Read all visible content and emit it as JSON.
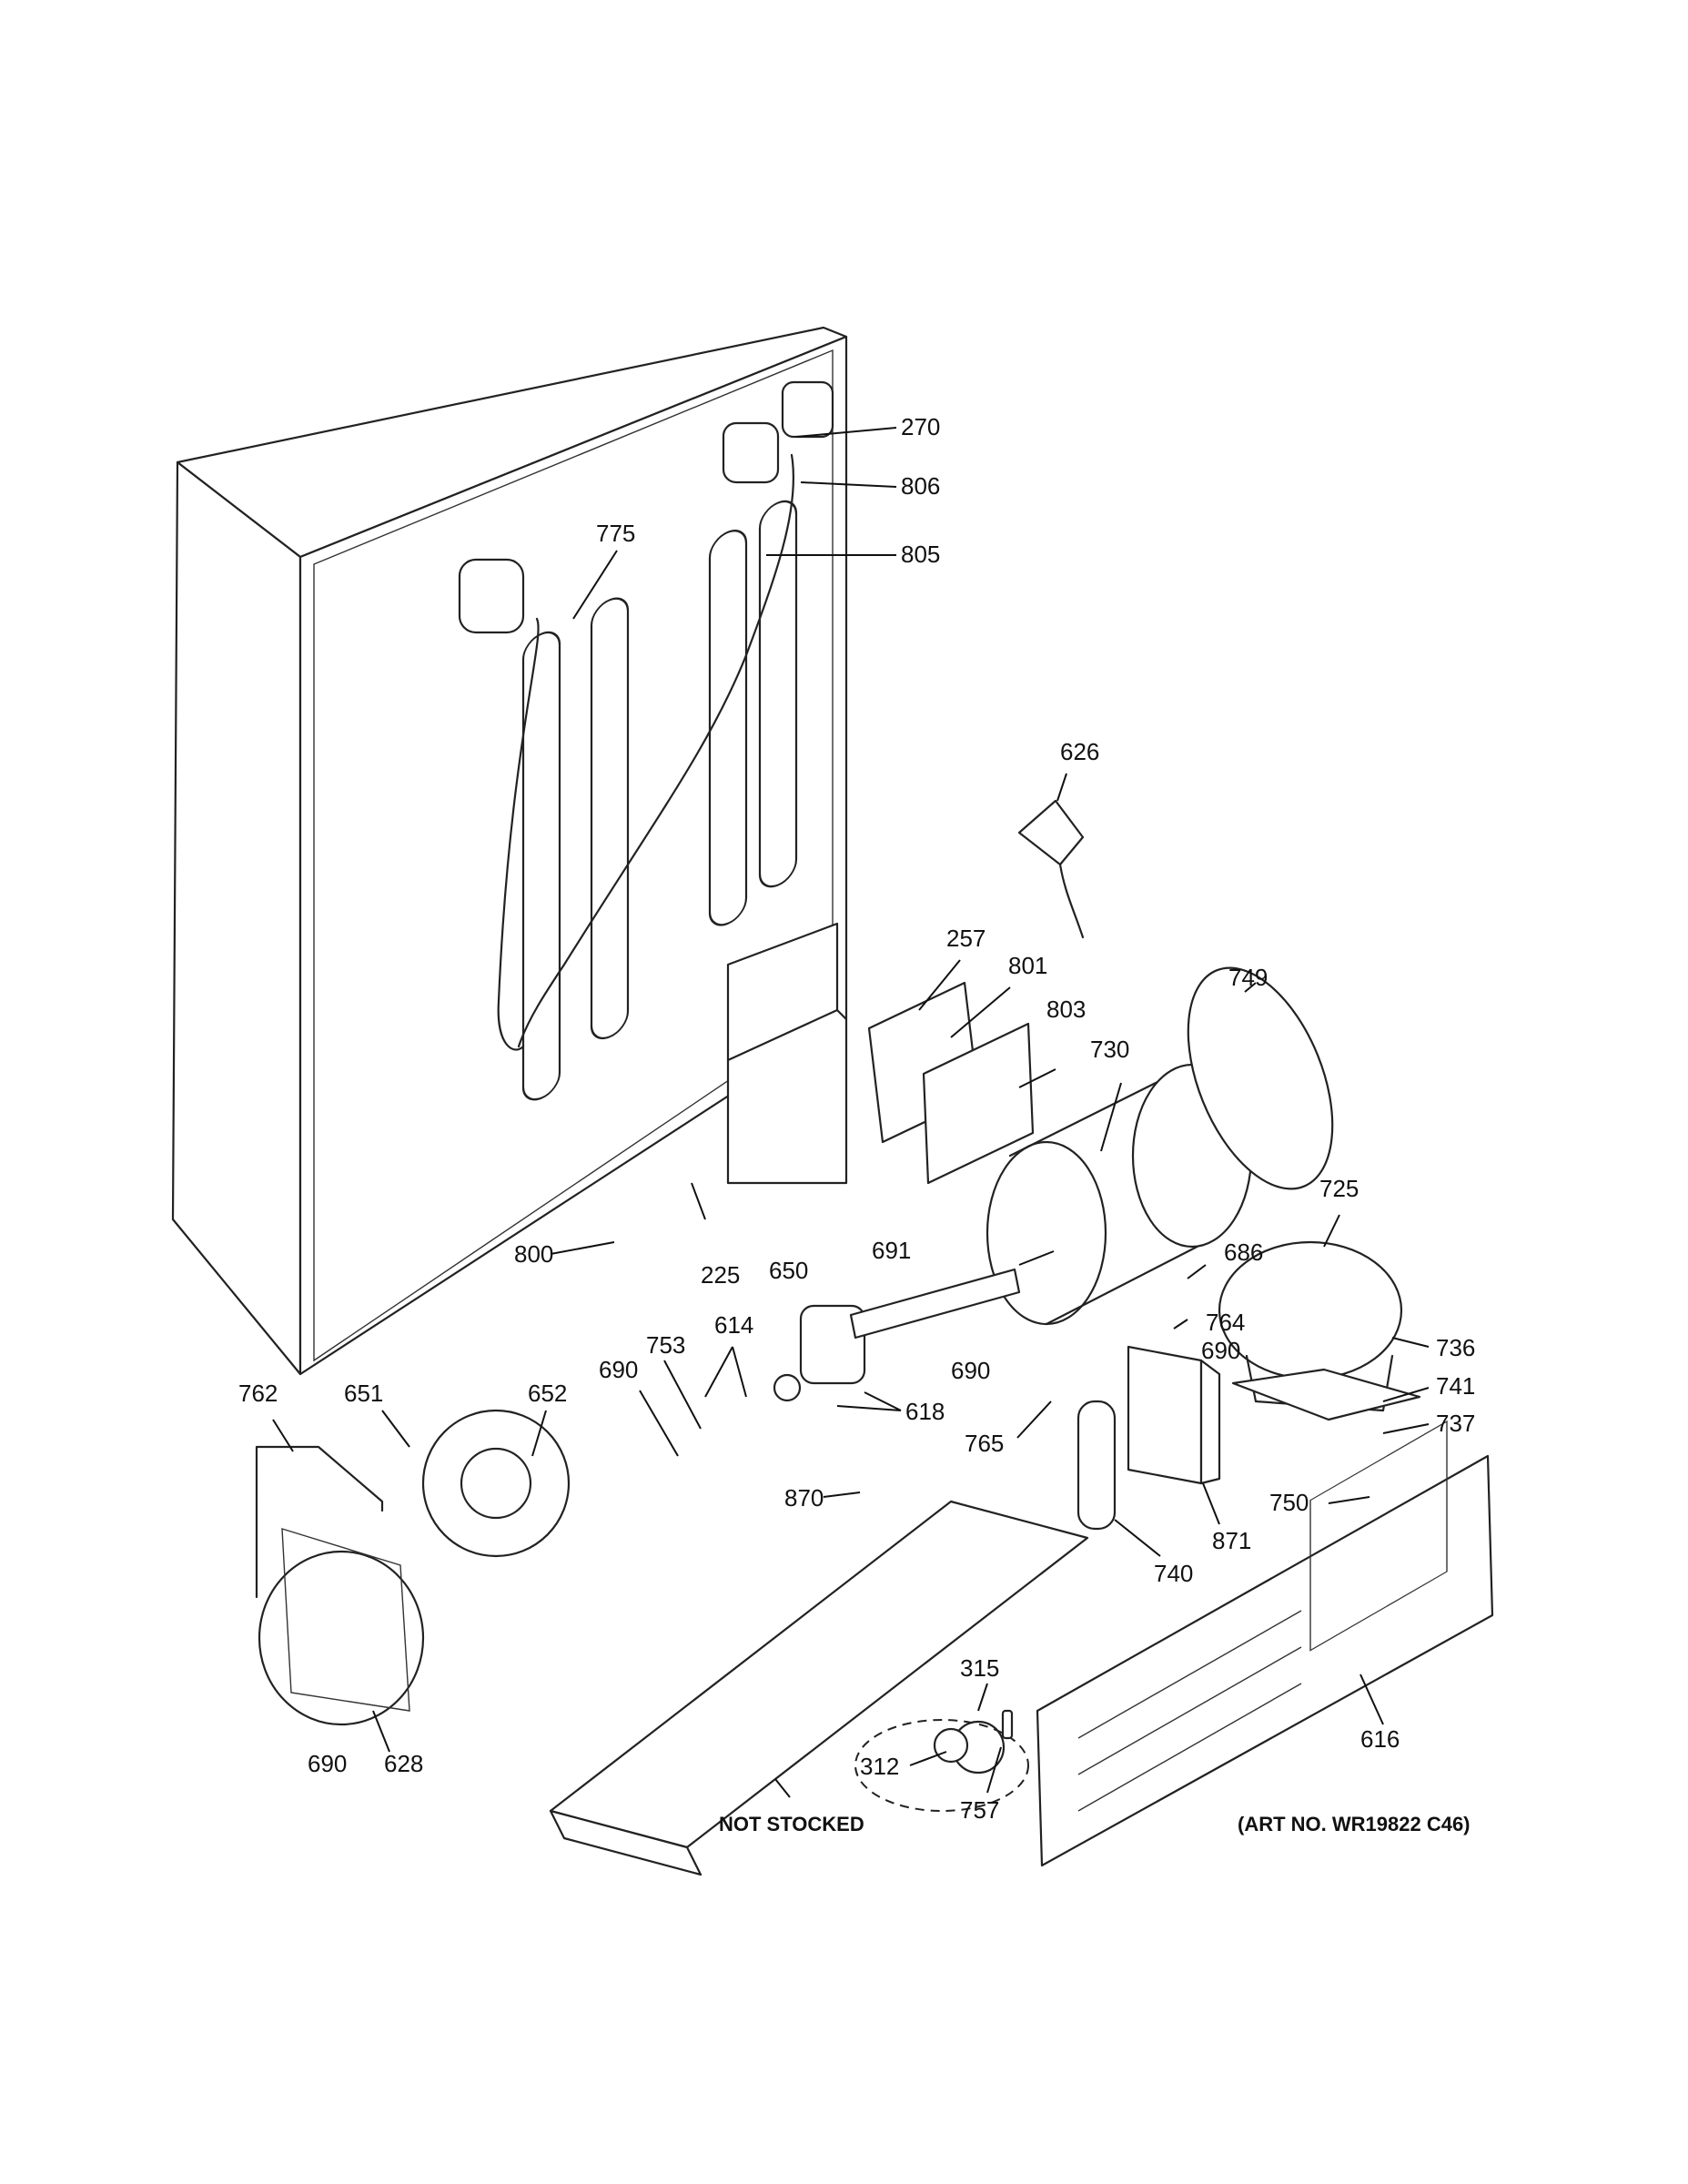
{
  "callouts": {
    "c270": "270",
    "c806": "806",
    "c805": "805",
    "c775": "775",
    "c626": "626",
    "c257": "257",
    "c801": "801",
    "c803": "803",
    "c730": "730",
    "c749": "749",
    "c725": "725",
    "c686": "686",
    "c691": "691",
    "c650": "650",
    "c764": "764",
    "c690a": "690",
    "c690b": "690",
    "c690c": "690",
    "c690d": "690",
    "c736": "736",
    "c741": "741",
    "c737": "737",
    "c750": "750",
    "c800": "800",
    "c225": "225",
    "c614": "614",
    "c753": "753",
    "c618": "618",
    "c765": "765",
    "c762": "762",
    "c651": "651",
    "c652": "652",
    "c870": "870",
    "c740": "740",
    "c871": "871",
    "c315": "315",
    "c312": "312",
    "c757": "757",
    "c628": "628",
    "c616": "616"
  },
  "notes": {
    "not_stocked": "NOT STOCKED",
    "art_no": "(ART NO. WR19822 C46)"
  }
}
